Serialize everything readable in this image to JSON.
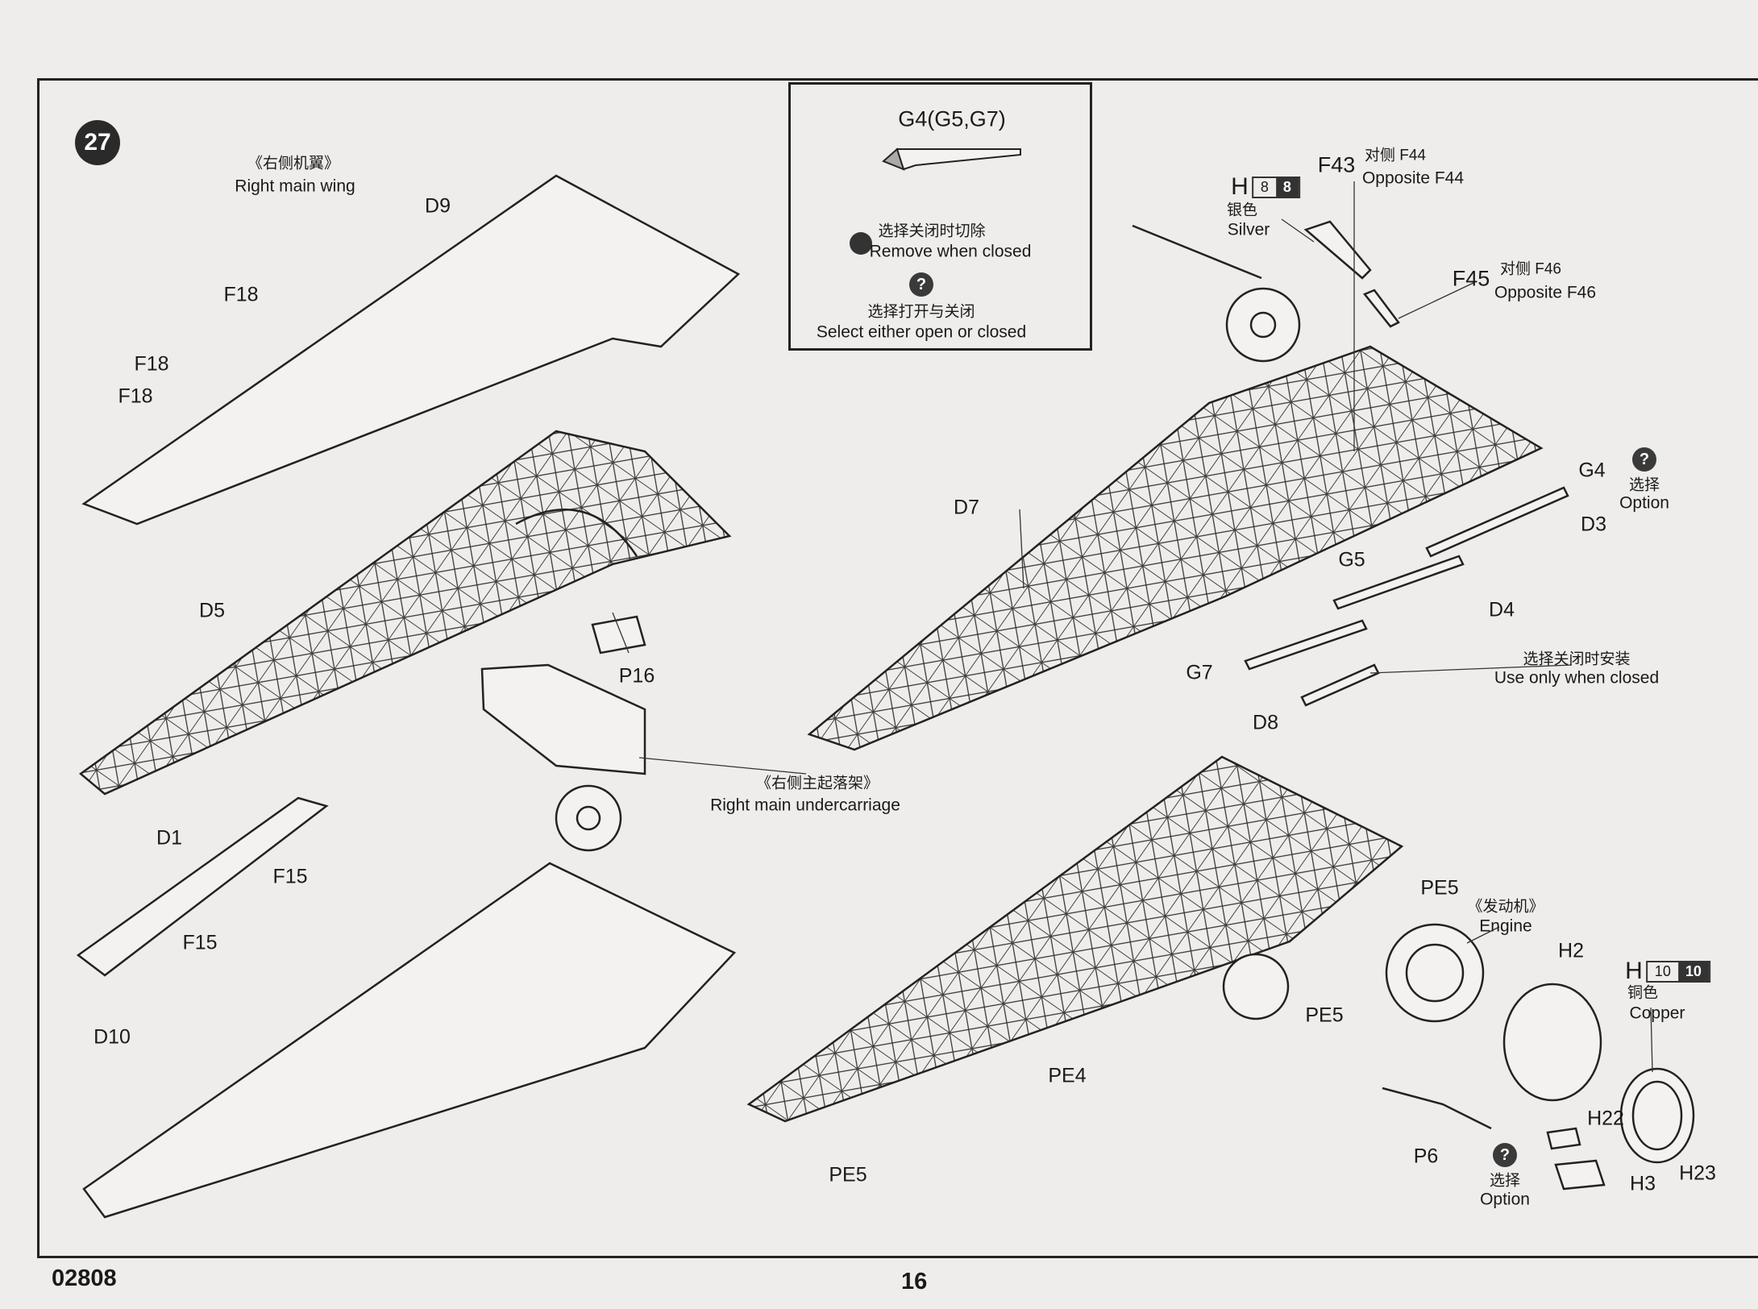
{
  "step_number": "27",
  "right_main_wing": {
    "cn": "《右侧机翼》",
    "en": "Right main wing"
  },
  "right_main_undercarriage": {
    "cn": "《右侧主起落架》",
    "en": "Right main undercarriage"
  },
  "inset": {
    "title": "G4(G5,G7)",
    "remove_cn": "选择关闭时切除",
    "remove_en": "Remove when closed",
    "question_icon": "?",
    "select_cn": "选择打开与关闭",
    "select_en": "Select either open or closed"
  },
  "paint_silver": {
    "letter": "H",
    "code1": "8",
    "code2": "8",
    "cn": "银色",
    "en": "Silver"
  },
  "paint_copper": {
    "letter": "H",
    "code1": "10",
    "code2": "10",
    "cn": "铜色",
    "en": "Copper"
  },
  "f43": {
    "part": "F43",
    "cn": "对侧 F44",
    "en": "Opposite F44"
  },
  "f45": {
    "part": "F45",
    "cn": "对侧 F46",
    "en": "Opposite F46"
  },
  "option_g4": {
    "icon": "?",
    "cn": "选择",
    "en": "Option"
  },
  "option_p6": {
    "icon": "?",
    "cn": "选择",
    "en": "Option"
  },
  "use_closed": {
    "cn": "选择关闭时安装",
    "en": "Use only when closed"
  },
  "engine": {
    "cn": "《发动机》",
    "en": "Engine"
  },
  "parts": {
    "d9": "D9",
    "f18a": "F18",
    "f18b": "F18",
    "f18c": "F18",
    "d5": "D5",
    "p16": "P16",
    "d1": "D1",
    "f15a": "F15",
    "f15b": "F15",
    "d10": "D10",
    "d7": "D7",
    "g4": "G4",
    "d3": "D3",
    "g5": "G5",
    "d4": "D4",
    "g7": "G7",
    "d8": "D8",
    "pe5a": "PE5",
    "pe5b": "PE5",
    "pe5c": "PE5",
    "pe4": "PE4",
    "h2": "H2",
    "h22": "H22",
    "h23": "H23",
    "h3": "H3",
    "p6": "P6"
  },
  "footer": {
    "code": "02808",
    "page": "16"
  }
}
